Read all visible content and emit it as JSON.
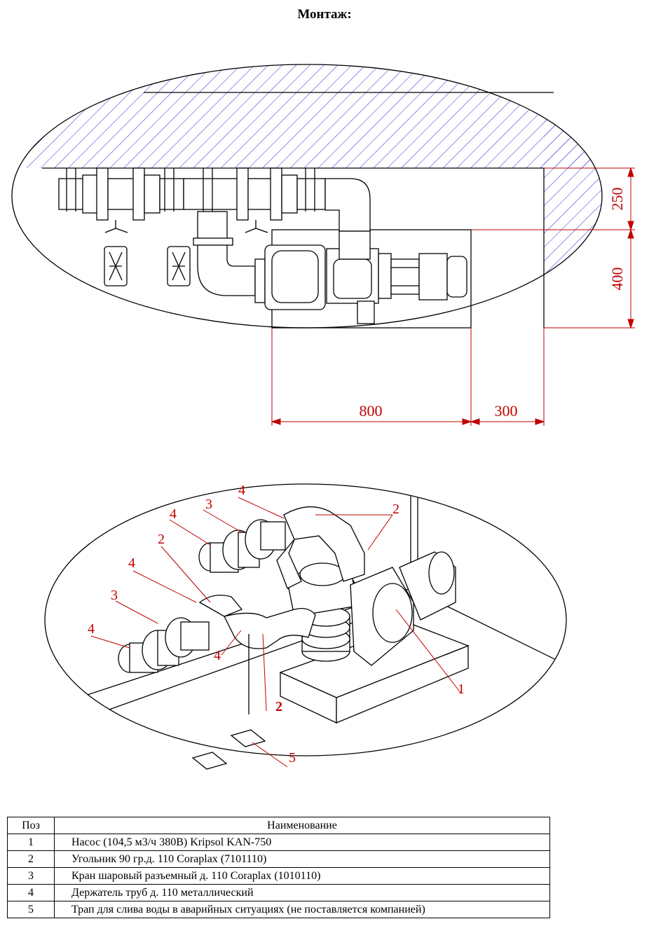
{
  "title": "Монтаж:",
  "plan": {
    "dimensions": [
      "250",
      "400",
      "800",
      "300"
    ]
  },
  "iso": {
    "callouts": [
      "4",
      "3",
      "4",
      "2",
      "4",
      "3",
      "4",
      "4",
      "2",
      "2",
      "1",
      "5"
    ]
  },
  "table": {
    "headers": [
      "Поз",
      "Наименование"
    ],
    "rows": [
      {
        "pos": "1",
        "name": "Насос (104,5 м3/ч 380В) Kripsol KAN-750"
      },
      {
        "pos": "2",
        "name": "Угольник 90 гр.д. 110 Coraplax (7101110)"
      },
      {
        "pos": "3",
        "name": "Кран шаровый разъемный д. 110 Coraplax (1010110)"
      },
      {
        "pos": "4",
        "name": "Держатель труб д. 110 металлический"
      },
      {
        "pos": "5",
        "name": "Трап для слива воды в аварийных ситуациях (не поставляется компанией)"
      }
    ]
  }
}
